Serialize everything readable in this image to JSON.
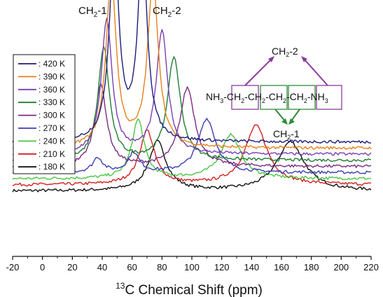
{
  "chart_data": {
    "type": "line",
    "title": "",
    "xlabel_sup": "13",
    "xlabel_main": "C Chemical Shift (ppm)",
    "ylabel": "",
    "xlim": [
      -20,
      220
    ],
    "x_ticks": [
      -20,
      0,
      20,
      40,
      60,
      80,
      100,
      120,
      140,
      160,
      180,
      200,
      220
    ],
    "offset_step": 0.085,
    "grid": false,
    "legend_placement": "top-left",
    "peak_labels": [
      {
        "main": "CH",
        "sub": "2",
        "tail": "-1",
        "x": 41
      },
      {
        "main": "CH",
        "sub": "2",
        "tail": "-2",
        "x": 68
      }
    ],
    "series": [
      {
        "name": ": 420 K",
        "color": "#1c1c7a",
        "baseline": 0.455,
        "peaks": [
          [
            48,
            0.8,
            3.8
          ],
          [
            67,
            0.78,
            3.8
          ]
        ]
      },
      {
        "name": ": 390 K",
        "color": "#e8801a",
        "baseline": 0.43,
        "peaks": [
          [
            46,
            0.7,
            4.0
          ],
          [
            74,
            0.68,
            4.3
          ]
        ]
      },
      {
        "name": ": 360 K",
        "color": "#7a3fb5",
        "baseline": 0.405,
        "peaks": [
          [
            43,
            0.55,
            4.3
          ],
          [
            80,
            0.5,
            4.6
          ]
        ]
      },
      {
        "name": ": 330 K",
        "color": "#1e7e32",
        "baseline": 0.38,
        "peaks": [
          [
            41,
            0.46,
            4.5
          ],
          [
            88,
            0.42,
            5.2
          ]
        ]
      },
      {
        "name": ": 300 K",
        "color": "#7b2a82",
        "baseline": 0.355,
        "peaks": [
          [
            39,
            0.33,
            4.8
          ],
          [
            97,
            0.32,
            6.0
          ]
        ]
      },
      {
        "name": ": 270 K",
        "color": "#3c3cb4",
        "baseline": 0.33,
        "peaks": [
          [
            37,
            0.06,
            4.0
          ],
          [
            61,
            0.08,
            4.5
          ],
          [
            110,
            0.22,
            7.0
          ]
        ]
      },
      {
        "name": ": 240 K",
        "color": "#4cc642",
        "baseline": 0.305,
        "peaks": [
          [
            64,
            0.24,
            5.0
          ],
          [
            126,
            0.18,
            8.0
          ]
        ]
      },
      {
        "name": ": 210 K",
        "color": "#d42020",
        "baseline": 0.28,
        "peaks": [
          [
            70,
            0.22,
            6.0
          ],
          [
            143,
            0.24,
            9.0
          ]
        ]
      },
      {
        "name": ": 180 K",
        "color": "#111111",
        "baseline": 0.255,
        "peaks": [
          [
            77,
            0.2,
            7.0
          ],
          [
            166,
            0.2,
            11.0
          ]
        ]
      }
    ]
  },
  "diagram": {
    "ch2_2_label": {
      "main": "CH",
      "sub": "2",
      "tail": "-2"
    },
    "ch2_1_label": {
      "main": "CH",
      "sub": "2",
      "tail": "-1"
    },
    "chain": [
      {
        "main": "NH",
        "sub": "3"
      },
      {
        "main": "-CH",
        "sub": "2"
      },
      {
        "main": "-CH",
        "sub": "2"
      },
      {
        "main": "-CH",
        "sub": "2"
      },
      {
        "main": "-CH",
        "sub": "2"
      },
      {
        "main": "-NH",
        "sub": "3"
      }
    ],
    "purple": "#8a3a9a",
    "green": "#2e8b3a"
  }
}
